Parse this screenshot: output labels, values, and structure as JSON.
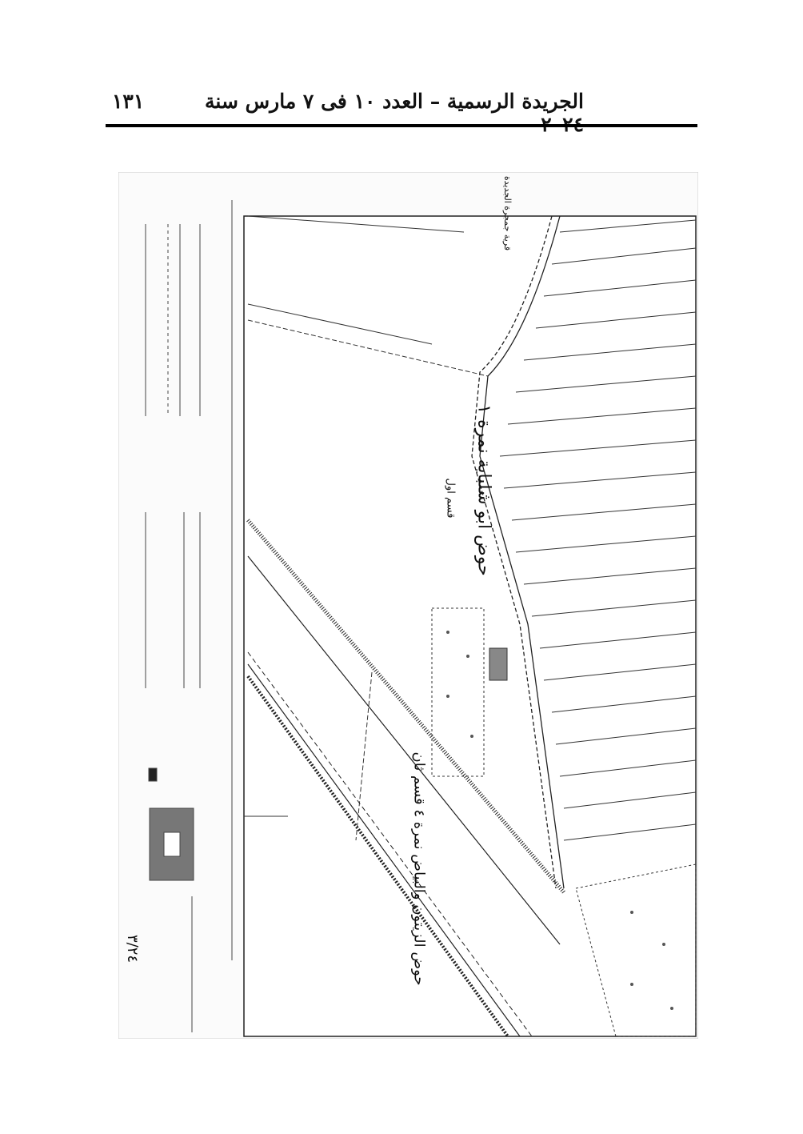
{
  "header": {
    "title": "الجريدة الرسمية – العدد ١٠ فى ٧ مارس سنة ٢٠٢٤",
    "page_number": "١٣١"
  },
  "map": {
    "basin_1": "حوض ابو شلباية نمرة ١",
    "basin_1_section": "قسم اول",
    "basin_2": "حوض الزيتون والبياض نمرة ٤ قسم ثان",
    "village": "قرية جمجرة الجديدة",
    "signature": "٣/٢٤"
  }
}
